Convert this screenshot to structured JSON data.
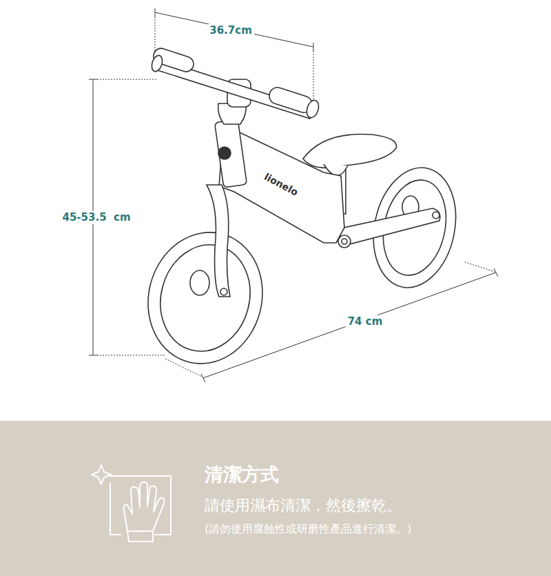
{
  "diagram": {
    "nodes": [
      {
        "text": [
          "清潔方式",
          "請使用濕布清潔，然後擦乾。",
          "(請勿使用腐蝕性或研磨性產品進行清潔。)"
        ]
      }
    ],
    "labels": [
      "36.7cm",
      "45-53.5  cm",
      "74 cm",
      "lionelo"
    ]
  }
}
